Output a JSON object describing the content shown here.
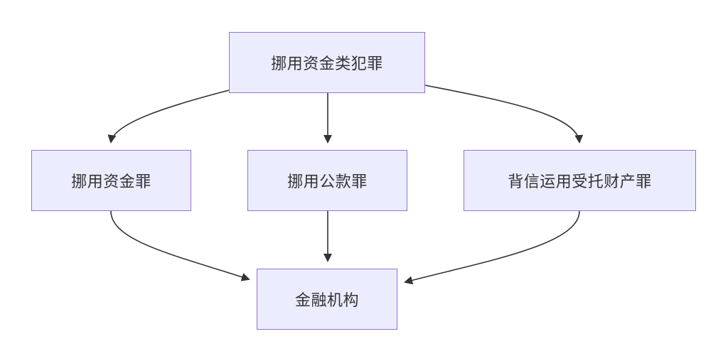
{
  "diagram": {
    "nodes": {
      "root": "挪用资金类犯罪",
      "embezzle_funds": "挪用资金罪",
      "embezzle_public_funds": "挪用公款罪",
      "breach_of_trust": "背信运用受托财产罪",
      "financial_institution": "金融机构"
    },
    "edges": [
      {
        "from": "root",
        "to": "embezzle_funds"
      },
      {
        "from": "root",
        "to": "embezzle_public_funds"
      },
      {
        "from": "root",
        "to": "breach_of_trust"
      },
      {
        "from": "embezzle_funds",
        "to": "financial_institution"
      },
      {
        "from": "embezzle_public_funds",
        "to": "financial_institution"
      },
      {
        "from": "breach_of_trust",
        "to": "financial_institution"
      }
    ],
    "colors": {
      "node_fill": "#ececff",
      "node_border": "#9370db",
      "edge": "#333333",
      "text": "#333333"
    }
  }
}
